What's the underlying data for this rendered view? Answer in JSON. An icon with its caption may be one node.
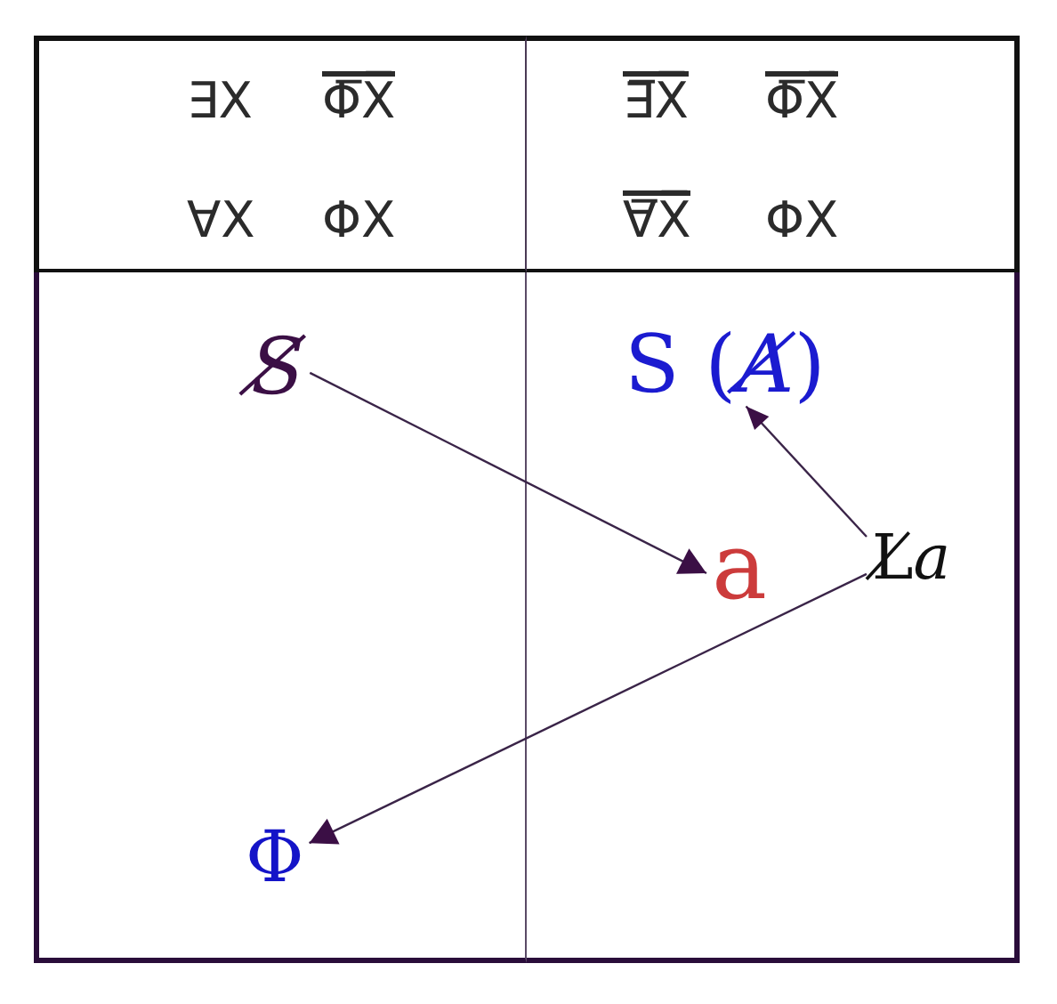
{
  "diagram": {
    "nodes": [
      {
        "text": [
          "∃X",
          "Φ̅X̅",
          "∀X",
          "ΦX"
        ]
      },
      {
        "text": [
          "∃̅X̅",
          "Φ̅X̅",
          "∀̅X̅",
          "ΦX"
        ]
      },
      {
        "text": [],
        "shape": "box"
      },
      {
        "text": [
          "S̸"
        ],
        "in": 2
      },
      {
        "text": [
          "Φ"
        ],
        "in": 2
      },
      {
        "text": [],
        "shape": "box"
      },
      {
        "text": [
          "S (*A̸*)"
        ],
        "in": 5
      },
      {
        "text": [
          "a"
        ],
        "in": 5
      },
      {
        "text": [
          "L̸*a*"
        ],
        "in": 5
      }
    ],
    "edges": [
      {
        "from": 3,
        "to": 7,
        "arrow": "to"
      },
      {
        "from": 8,
        "to": 6,
        "arrow": "to"
      },
      {
        "from": 8,
        "to": 4,
        "arrow": "to"
      }
    ]
  }
}
